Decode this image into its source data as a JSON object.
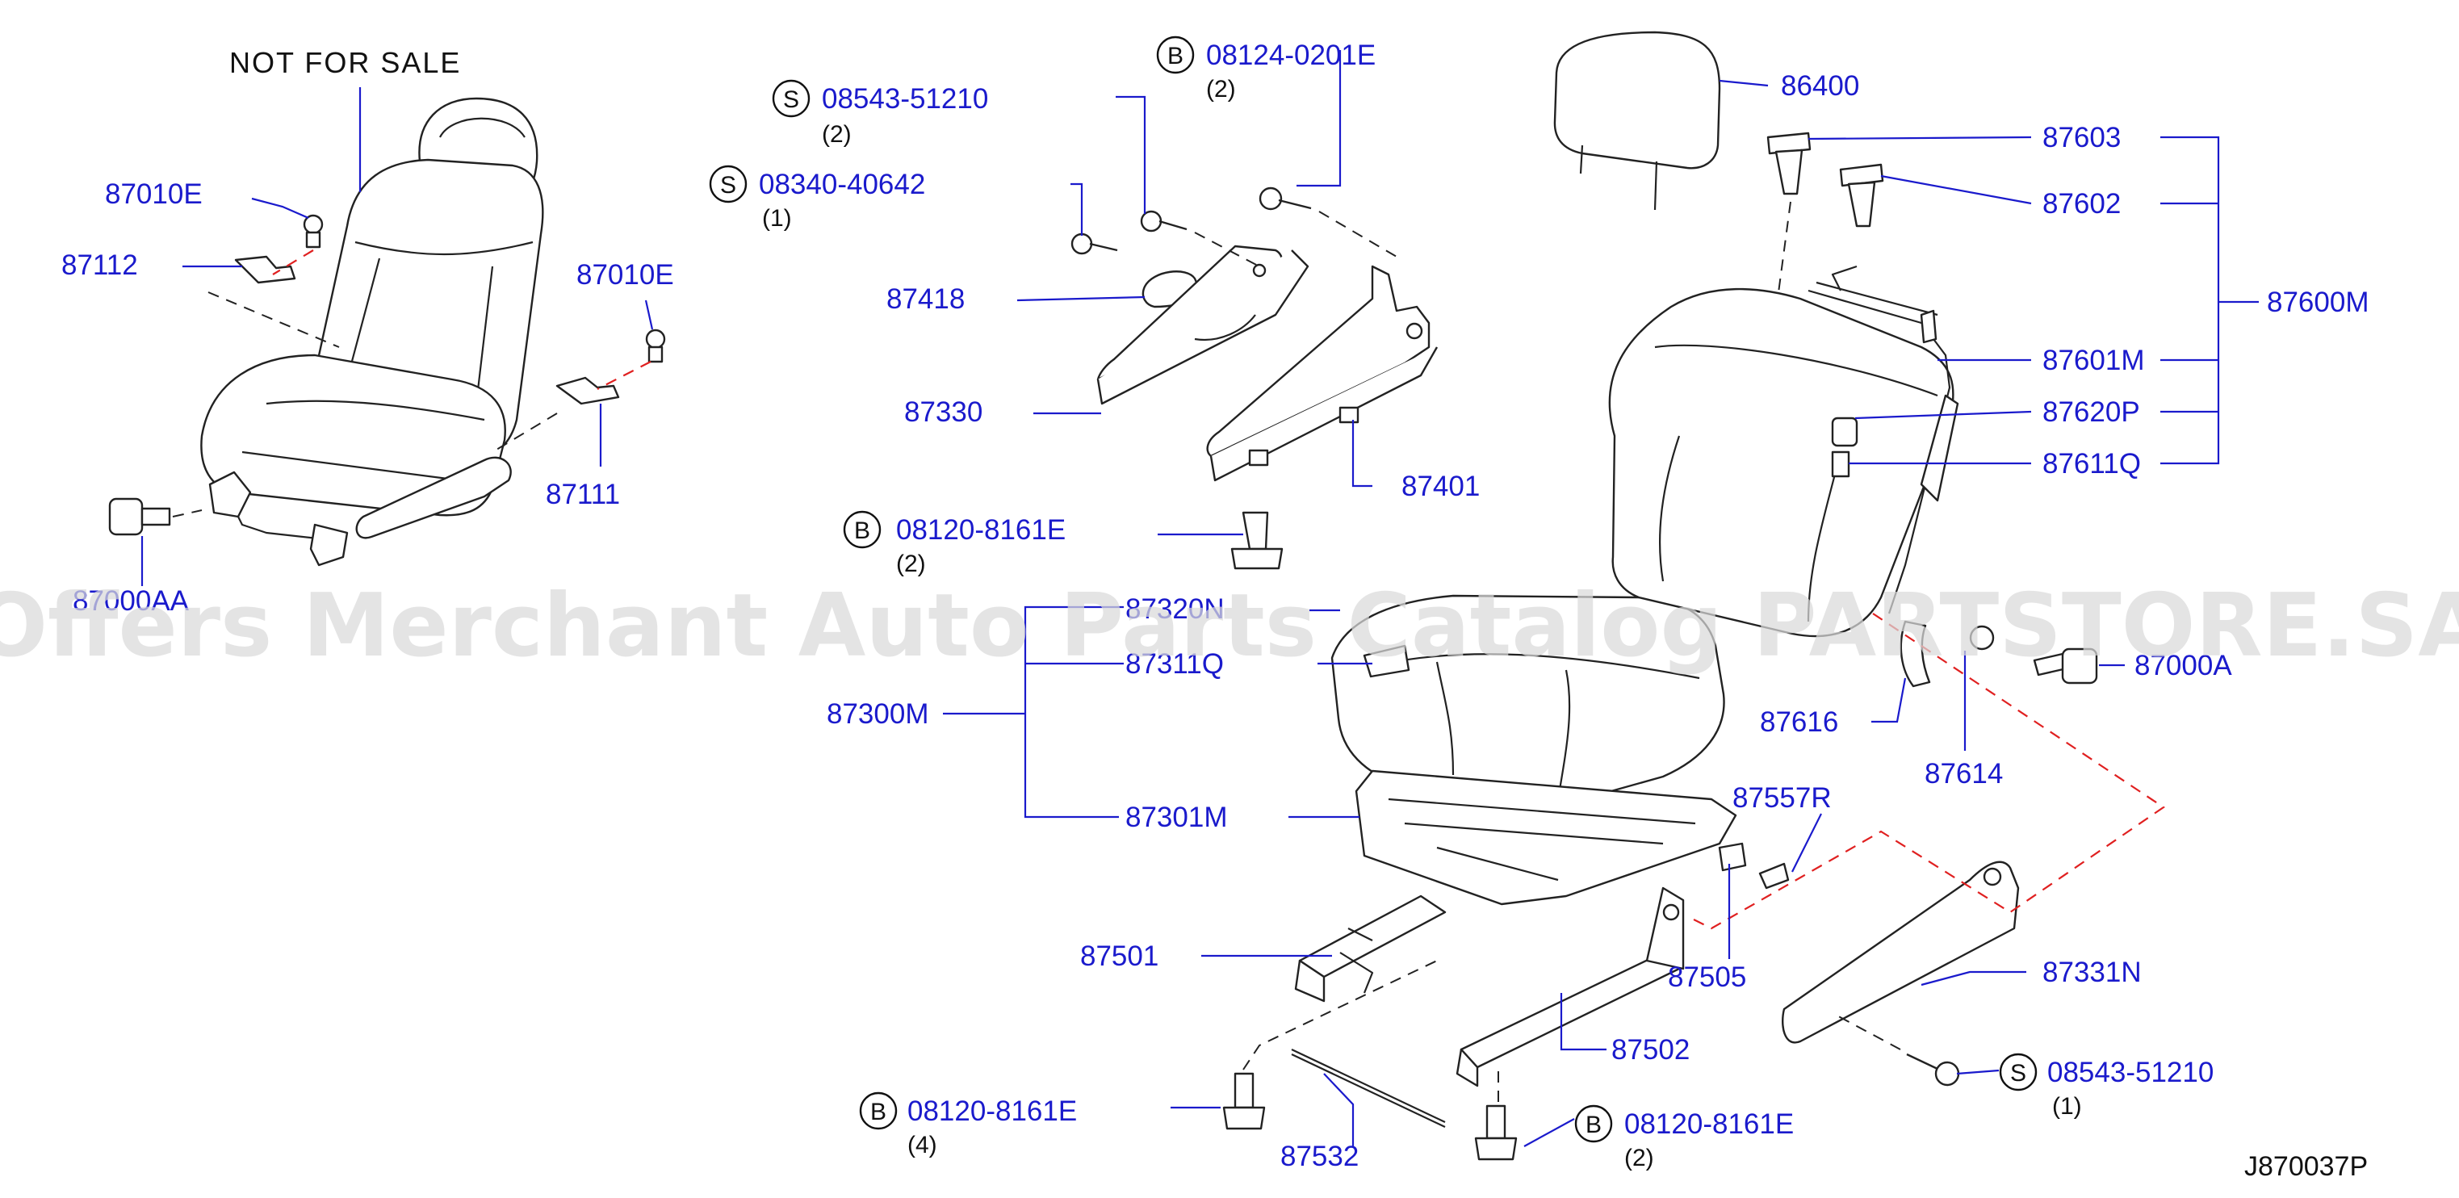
{
  "diagram": {
    "not_for_sale": "NOT  FOR  SALE",
    "watermark": "Offers Merchant Auto Parts Catalog PARTSTORE.SA",
    "reference": "J870037P",
    "colors": {
      "label": "#1a1acc",
      "line": "#222222",
      "red_dash": "#e02020",
      "watermark": "#d9d9d9"
    },
    "callouts": [
      {
        "id": "p87010e_a",
        "part": "87010E"
      },
      {
        "id": "p87112",
        "part": "87112"
      },
      {
        "id": "p87010e_b",
        "part": "87010E"
      },
      {
        "id": "p87111",
        "part": "87111"
      },
      {
        "id": "p87000aa",
        "part": "87000AA"
      },
      {
        "id": "p08543_a",
        "part": "08543-51210",
        "badge": "S",
        "qty": "(2)"
      },
      {
        "id": "p08340",
        "part": "08340-40642",
        "badge": "S",
        "qty": "(1)"
      },
      {
        "id": "p08124",
        "part": "08124-0201E",
        "badge": "B",
        "qty": "(2)"
      },
      {
        "id": "p87418",
        "part": "87418"
      },
      {
        "id": "p87330",
        "part": "87330"
      },
      {
        "id": "p87401",
        "part": "87401"
      },
      {
        "id": "p08120_a",
        "part": "08120-8161E",
        "badge": "B",
        "qty": "(2)"
      },
      {
        "id": "p87320n",
        "part": "87320N"
      },
      {
        "id": "p87311q",
        "part": "87311Q"
      },
      {
        "id": "p87300m",
        "part": "87300M"
      },
      {
        "id": "p87301m",
        "part": "87301M"
      },
      {
        "id": "p87501",
        "part": "87501"
      },
      {
        "id": "p08120_b",
        "part": "08120-8161E",
        "badge": "B",
        "qty": "(4)"
      },
      {
        "id": "p87532",
        "part": "87532"
      },
      {
        "id": "p87502",
        "part": "87502"
      },
      {
        "id": "p08120_c",
        "part": "08120-8161E",
        "badge": "B",
        "qty": "(2)"
      },
      {
        "id": "p87505",
        "part": "87505"
      },
      {
        "id": "p87557r",
        "part": "87557R"
      },
      {
        "id": "p87331n",
        "part": "87331N"
      },
      {
        "id": "p08543_b",
        "part": "08543-51210",
        "badge": "S",
        "qty": "(1)"
      },
      {
        "id": "p86400",
        "part": "86400"
      },
      {
        "id": "p87603",
        "part": "87603"
      },
      {
        "id": "p87602",
        "part": "87602"
      },
      {
        "id": "p87600m",
        "part": "87600M"
      },
      {
        "id": "p87601m",
        "part": "87601M"
      },
      {
        "id": "p87620p",
        "part": "87620P"
      },
      {
        "id": "p87611q",
        "part": "87611Q"
      },
      {
        "id": "p87000a",
        "part": "87000A"
      },
      {
        "id": "p87616",
        "part": "87616"
      },
      {
        "id": "p87614",
        "part": "87614"
      }
    ]
  }
}
